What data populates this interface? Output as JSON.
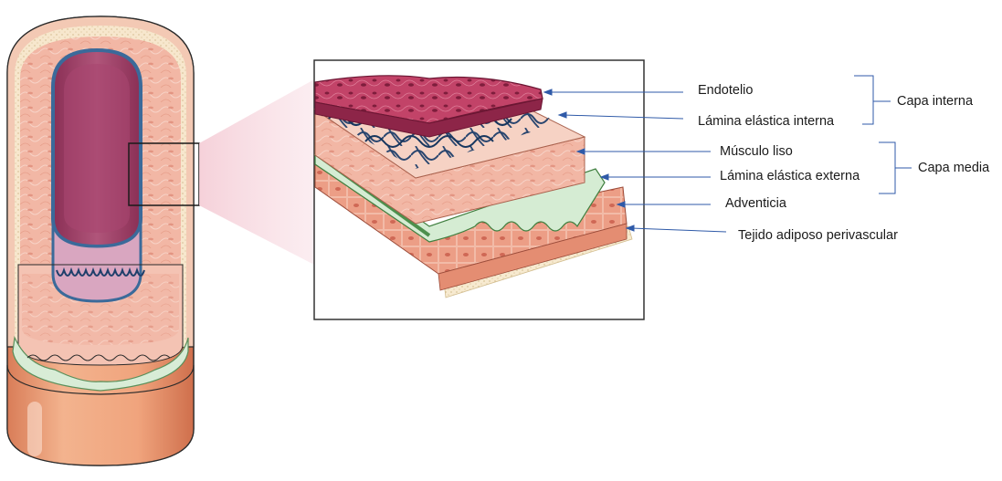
{
  "labels": {
    "endotelio": "Endotelio",
    "lamina_elastica_interna": "Lámina elástica interna",
    "musculo_liso": "Músculo liso",
    "lamina_elastica_externa": "Lámina elástica externa",
    "adventicia": "Adventicia",
    "tejido_adiposo": "Tejido adiposo perivascular"
  },
  "groups": {
    "capa_interna": "Capa interna",
    "capa_media": "Capa media"
  },
  "colors": {
    "arrow": "#2f5aa8",
    "endothelium": "#b5375c",
    "internal_elastic": "#1f3f6b",
    "smooth_muscle": "#f4b9a2",
    "external_elastic": "#cfe8cf",
    "adventitia": "#e9a085",
    "adipose": "#f5e8c8"
  }
}
